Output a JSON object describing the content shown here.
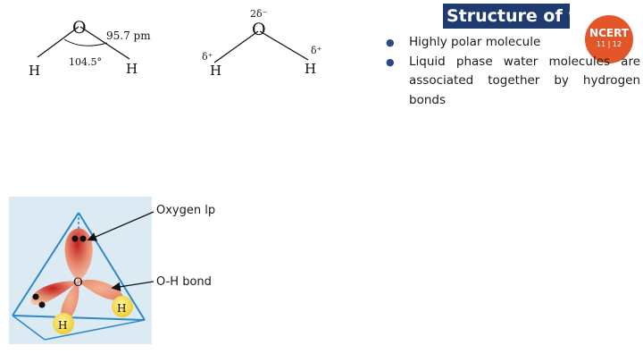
{
  "slide": {
    "title": "Structure of water",
    "logo": {
      "line1": "NCERT",
      "line2": "11 | 12"
    },
    "bullets": [
      "Highly polar molecule",
      "Liquid phase water molecules are associated together by hydrogen bonds"
    ]
  },
  "figure1": {
    "atom_o": "O",
    "atom_h1": "H",
    "atom_h2": "H",
    "bond_length": "95.7 pm",
    "angle": "104.5°"
  },
  "figure2": {
    "atom_o": "O",
    "atom_h1": "H",
    "atom_h2": "H",
    "charge_o": "2δ⁻",
    "charge_h1": "δ⁺",
    "charge_h2": "δ⁺"
  },
  "figure3": {
    "label_lp": "Oxygen lp",
    "label_bond": "O-H bond",
    "atom_o": "O",
    "atom_h1": "H",
    "atom_h2": "H"
  }
}
